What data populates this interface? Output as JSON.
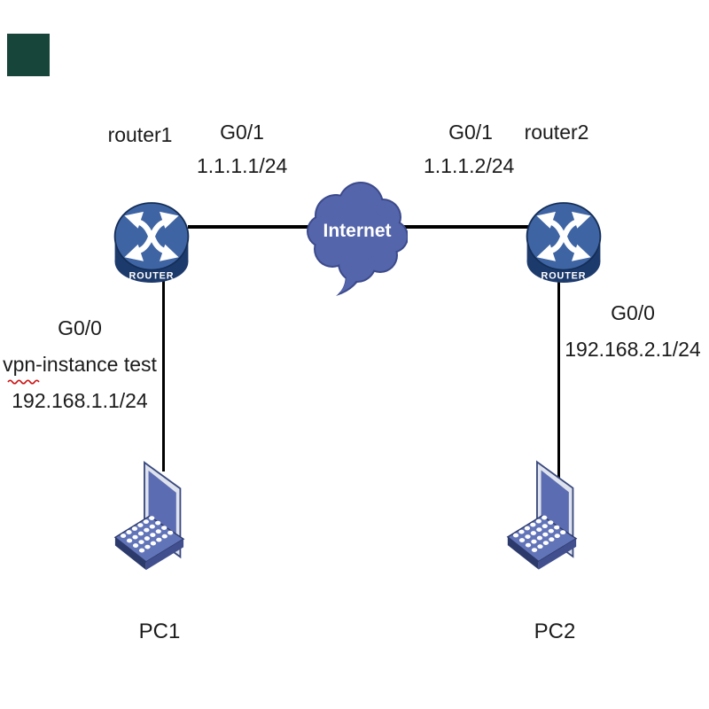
{
  "diagram_type": "network-topology",
  "devices": {
    "router1": {
      "name": "router1",
      "caption": "ROUTER"
    },
    "router2": {
      "name": "router2",
      "caption": "ROUTER"
    },
    "internet": {
      "label": "Internet"
    },
    "pc1": {
      "name": "PC1"
    },
    "pc2": {
      "name": "PC2"
    }
  },
  "links": {
    "router1_internet": {
      "interface": "G0/1",
      "ip": "1.1.1.1/24"
    },
    "router2_internet": {
      "interface": "G0/1",
      "ip": "1.1.1.2/24"
    },
    "router1_pc1": {
      "interface": "G0/0",
      "vpn_instance": "vpn-instance test",
      "ip": "192.168.1.1/24"
    },
    "router2_pc2": {
      "interface": "G0/0",
      "ip": "192.168.2.1/24"
    }
  },
  "colors": {
    "cloud_fill": "#5565ab",
    "cloud_outline": "#3b4a8c",
    "router_top": "#3e64a3",
    "router_dark": "#1d3a6c",
    "laptop_fill": "#5b6cb3",
    "laptop_dark": "#2c3a6b",
    "link_line": "#000000",
    "squiggle_red": "#cc1111",
    "corner_swatch": "#174539",
    "text": "#1b1b1b"
  }
}
